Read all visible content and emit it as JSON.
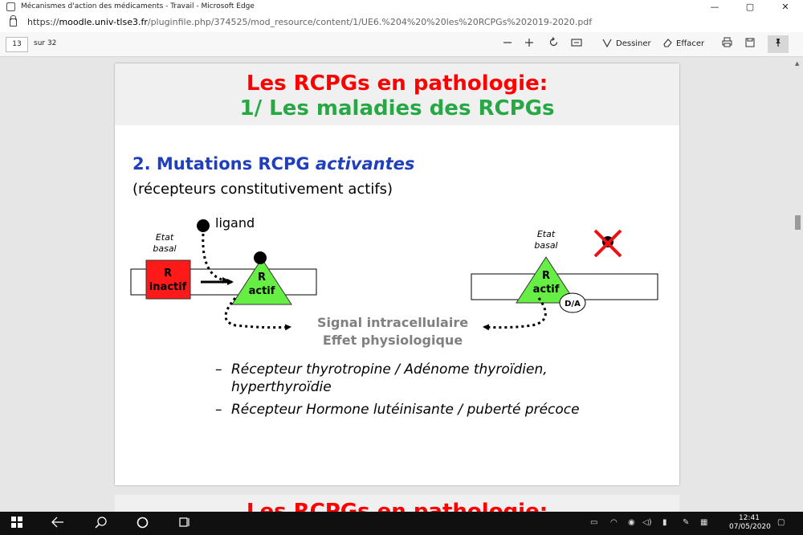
{
  "window": {
    "title": "Mécanismes d'action des médicaments - Travail - Microsoft Edge",
    "controls": [
      "—",
      "▢",
      "✕"
    ]
  },
  "address": {
    "url_prefix": "https://",
    "url_host": "moodle.univ-tlse3.fr",
    "url_path": "/pluginfile.php/374525/mod_resource/content/1/UE6.%204%20%20les%20RCPGs%202019-2020.pdf"
  },
  "toolbar": {
    "page_number": "13",
    "page_total": "sur 32",
    "draw_label": "Dessiner",
    "erase_label": "Effacer"
  },
  "slide": {
    "title_line1": "Les RCPGs en pathologie:",
    "title_line2": "1/ Les maladies des RCPGs",
    "section_plain": "2. Mutations RCPG ",
    "section_italic": "activantes",
    "subtitle": "(récepteurs constitutivement actifs)",
    "diagram": {
      "ligand": "ligand",
      "etat_left": "Etat",
      "basal_left": "basal",
      "etat_right": "Etat",
      "basal_right": "basal",
      "r_inactive_1": "R",
      "r_inactive_2": "inactif",
      "r_active_1": "R",
      "r_active_2": "actif",
      "r_active2_1": "R",
      "r_active2_2": "actif",
      "da": "D/A",
      "signal_1": "Signal intracellulaire",
      "signal_2": "Effet physiologique"
    },
    "bullets": [
      {
        "line1": "Récepteur thyrotropine / Adénome thyroïdien,",
        "line2": "hyperthyroïdie"
      },
      {
        "line1": "Récepteur Hormone lutéinisante / puberté précoce",
        "line2": ""
      }
    ]
  },
  "next_slide": {
    "title_line1": "Les RCPGs en pathologie:"
  },
  "taskbar": {
    "time": "12:41",
    "date": "07/05/2020"
  },
  "colors": {
    "title_red": "#ff0000",
    "title_green": "#27a844",
    "section_blue": "#1f3fbf",
    "receptor_red": "#ff1a1a",
    "receptor_green": "#66ee44",
    "signal_gray": "#808080"
  }
}
